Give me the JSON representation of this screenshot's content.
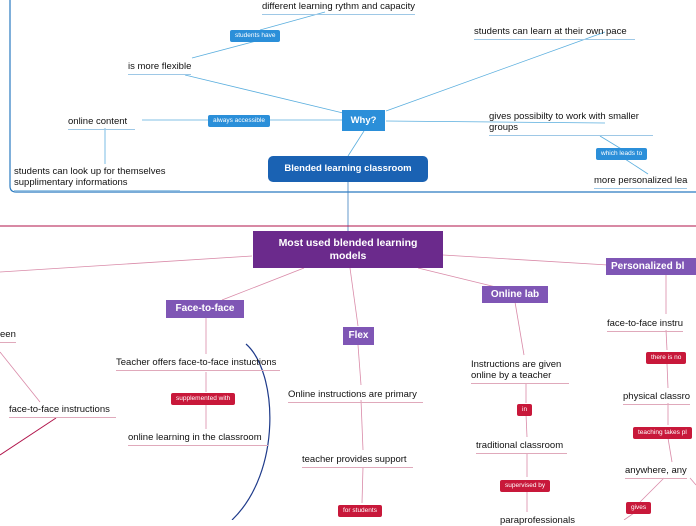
{
  "top": {
    "central": "Blended learning classroom",
    "why": "Why?",
    "flexible": "is more flexible",
    "students_have": "students have",
    "rhythm": "different learning rythm and capacity",
    "own_pace": "students can learn at their own pace",
    "smaller_groups": [
      "gives possibilty to work with smaller",
      "groups"
    ],
    "leads_to": "which leads to",
    "personalized": "more personalized lea",
    "always_accessible": "always accessible",
    "online_content": "online content",
    "look_up": [
      "students can look up for themselves",
      "supplimentary informations"
    ]
  },
  "bottom": {
    "main": [
      "Most used blended learning",
      "models"
    ],
    "left_cut": "een",
    "ftf_instructions_left": "face-to-face instructions",
    "face_to_face": {
      "title": "Face-to-face",
      "item1": "Teacher offers face-to-face instuctions",
      "badge": "supplemented with",
      "item2": "online learning in the classroom"
    },
    "flex": {
      "title": "Flex",
      "item1": "Online instructions are primary",
      "item2": "teacher provides support",
      "badge": "for students"
    },
    "online_lab": {
      "title": "Online lab",
      "item1": [
        "Instructions are given",
        "online by a teacher"
      ],
      "badge1": "in",
      "item2": "traditional classroom",
      "badge2": "supervised by",
      "item3": "paraprofessionals"
    },
    "personalized": {
      "title": "Personalized bl",
      "item1": "face-to-face instru",
      "badge1": "there is no",
      "item2": "physical classro",
      "badge2": "teaching takes pl",
      "item3": "anywhere, any",
      "badge3": "gives"
    }
  }
}
